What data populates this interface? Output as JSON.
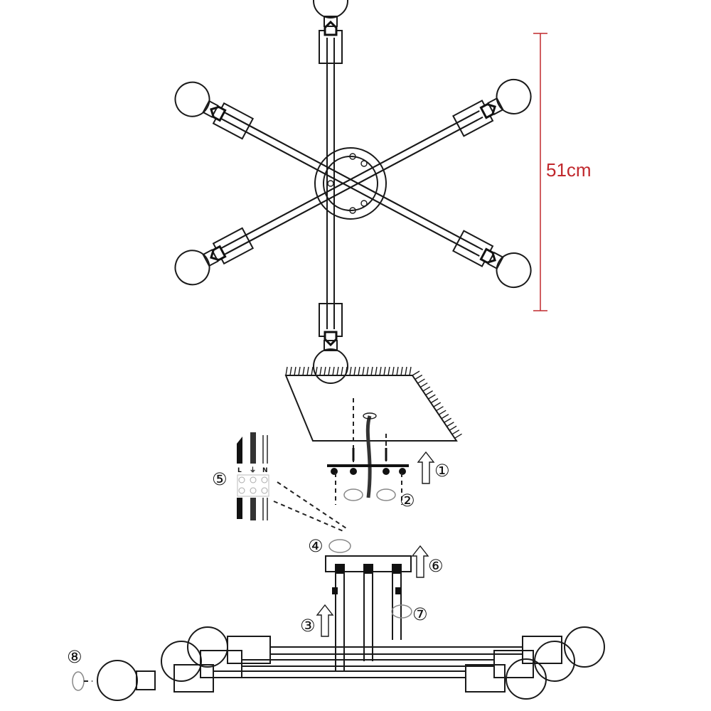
{
  "dimension": {
    "label": "51cm",
    "color": "#c0282d"
  },
  "steps": [
    "①",
    "②",
    "③",
    "④",
    "⑤",
    "⑥",
    "⑦",
    "⑧"
  ],
  "wire_labels": [
    "L",
    "⏚",
    "N"
  ]
}
